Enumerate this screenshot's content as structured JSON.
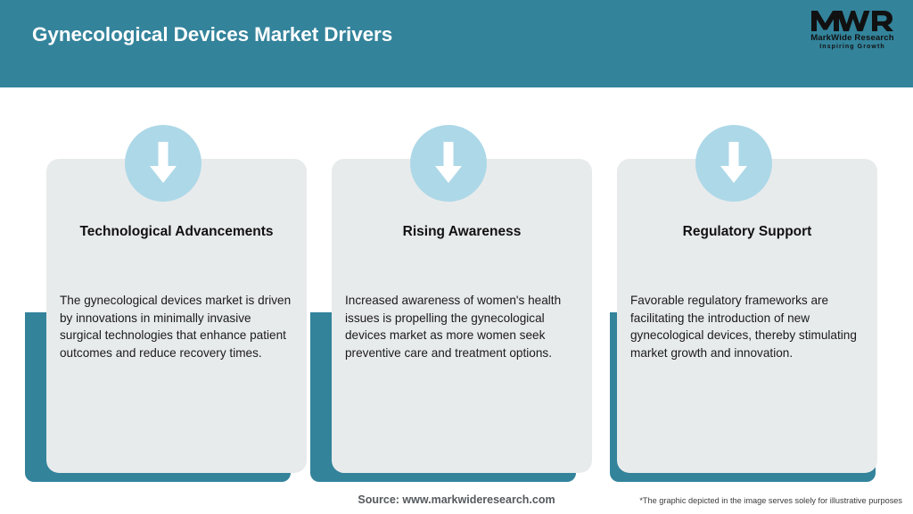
{
  "header": {
    "title": "Gynecological Devices Market Drivers",
    "background_color": "#33839B",
    "title_color": "#FFFFFF"
  },
  "logo": {
    "mark_text": "MWR",
    "name": "MarkWide Research",
    "tagline": "Inspiring Growth",
    "mark_icon": "mwr-monogram-icon"
  },
  "theme": {
    "accent_teal": "#33839B",
    "card_gray": "#E8EBEC",
    "badge_blue": "#ADD8E8",
    "arrow_white": "#FFFFFF",
    "page_background": "#FFFFFF"
  },
  "cards": [
    {
      "icon": "down-arrow-icon",
      "title": "Technological Advancements",
      "body": "The gynecological devices market is driven by innovations in minimally invasive surgical technologies that enhance patient outcomes and reduce recovery times."
    },
    {
      "icon": "down-arrow-icon",
      "title": "Rising Awareness",
      "body": "Increased awareness of women's health issues is propelling the gynecological devices market as more women seek preventive care and treatment options."
    },
    {
      "icon": "down-arrow-icon",
      "title": "Regulatory Support",
      "body": "Favorable regulatory frameworks are facilitating the introduction of new gynecological devices, thereby stimulating market growth and innovation."
    }
  ],
  "footer": {
    "source": "Source: www.markwideresearch.com",
    "disclaimer": "*The graphic depicted in the image serves solely for illustrative purposes"
  }
}
